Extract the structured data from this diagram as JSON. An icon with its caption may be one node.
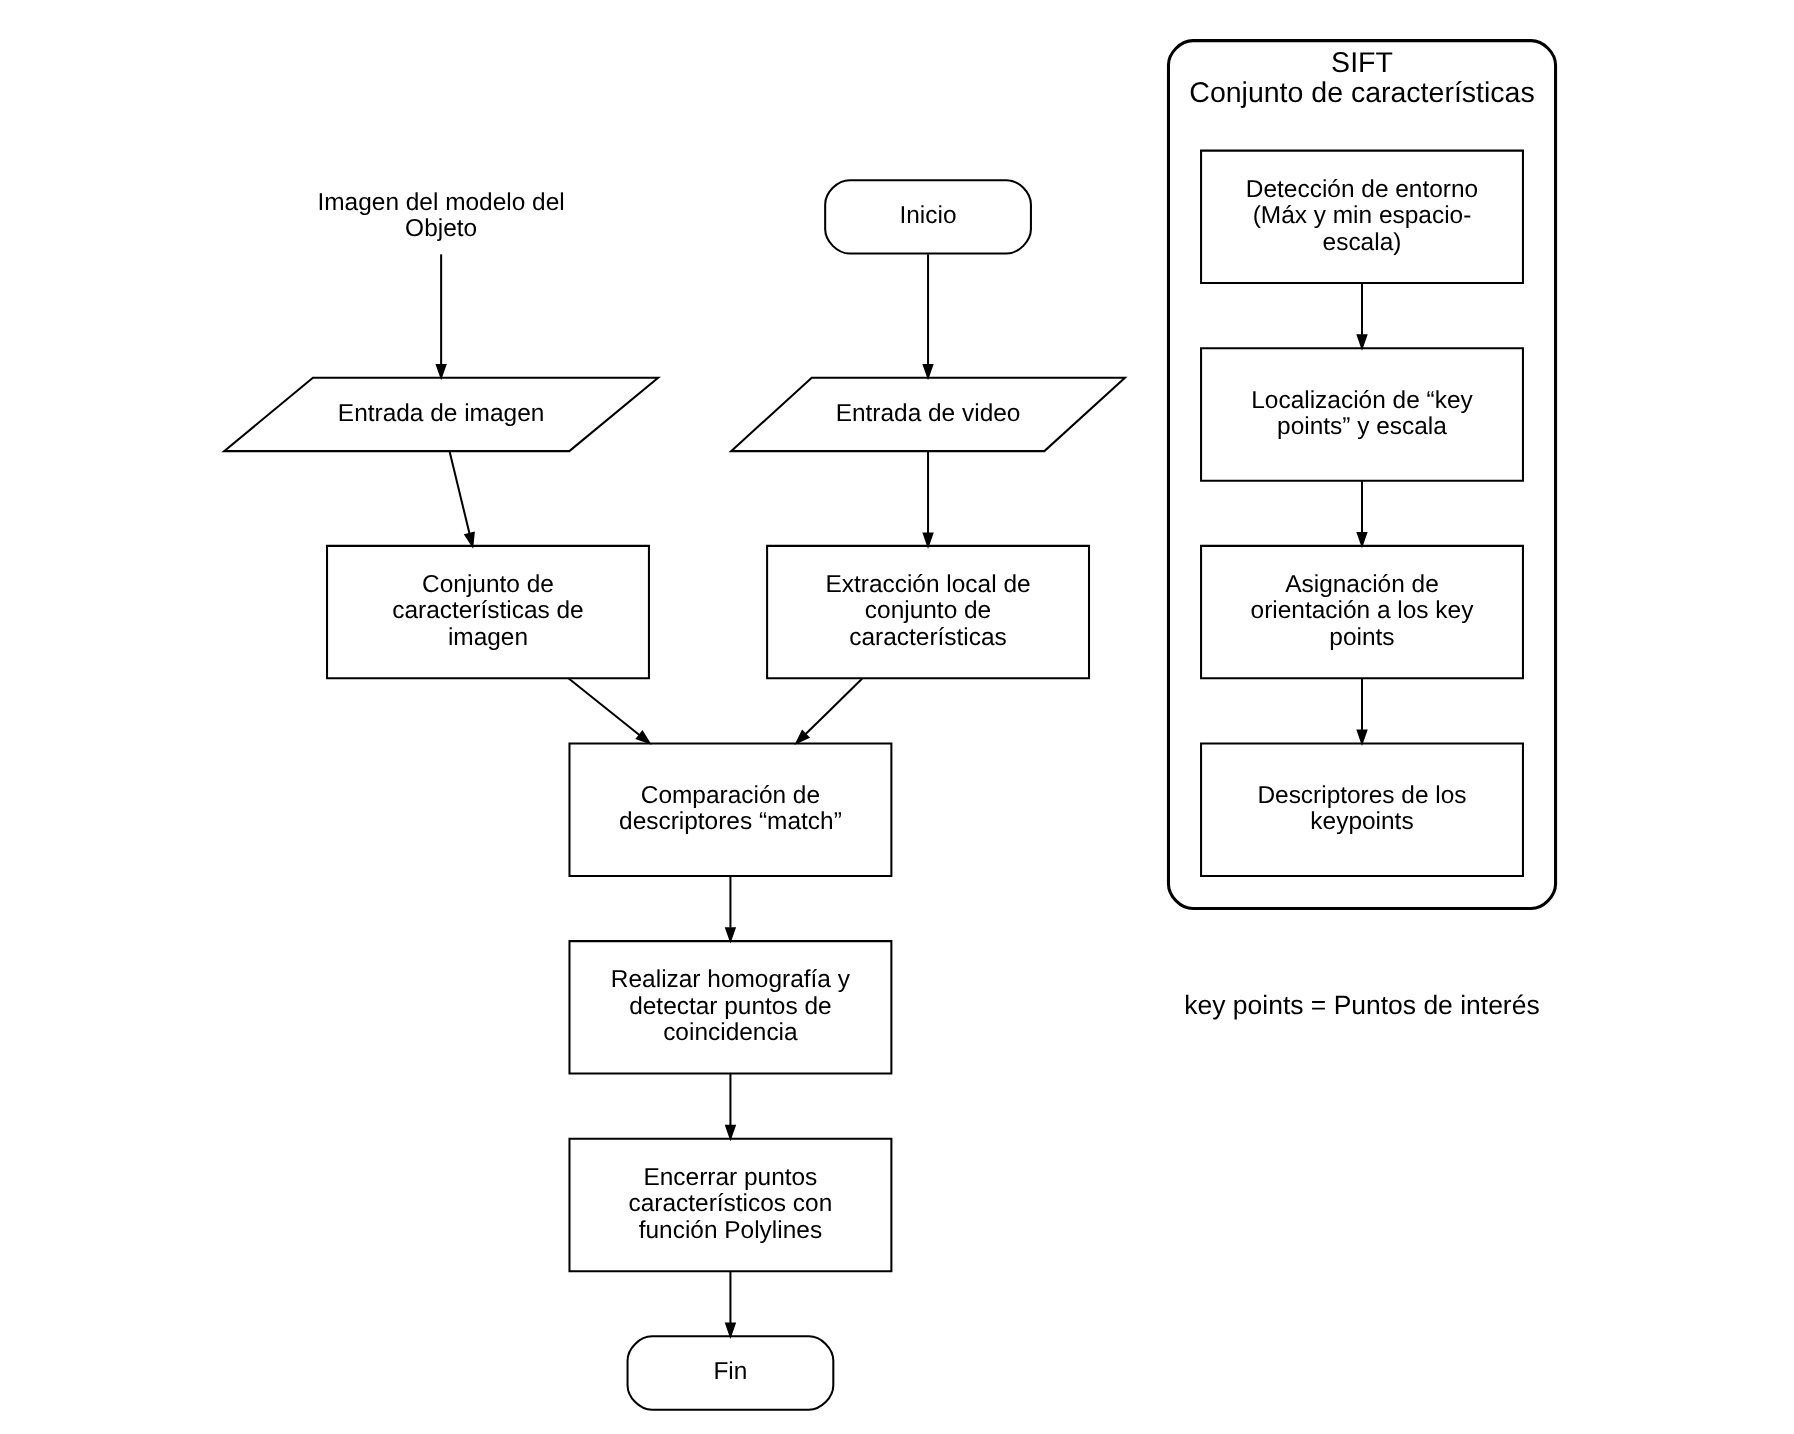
{
  "diagram": {
    "nodes": [
      {
        "text": [
          "Imagen del modelo del Objeto"
        ]
      },
      {
        "text": [
          "Inicio"
        ]
      },
      {
        "text": [
          "Entrada de imagen"
        ]
      },
      {
        "text": [
          "Entrada de video"
        ]
      },
      {
        "text": [
          "Conjunto de características de imagen"
        ]
      },
      {
        "text": [
          "Extracción local de conjunto de características"
        ]
      },
      {
        "text": [
          "Comparación de descriptores “match”"
        ]
      },
      {
        "text": [
          "Realizar homografía y detectar puntos de coincidencia"
        ]
      },
      {
        "text": [
          "Encerrar puntos característicos con función Polylines"
        ]
      },
      {
        "text": [
          "Fin"
        ]
      },
      {
        "text": [
          "SIFT",
          "Conjunto de características"
        ]
      },
      {
        "text": [
          "Detección de entorno (Máx y min espacio-escala)"
        ],
        "in": 10
      },
      {
        "text": [
          "Localización de “key points” y escala"
        ],
        "in": 10
      },
      {
        "text": [
          "Asignación de orientación a los key points"
        ],
        "in": 10
      },
      {
        "text": [
          "Descriptores de los keypoints"
        ],
        "in": 10
      }
    ],
    "edges": [
      {
        "from": 0,
        "to": 2,
        "arrow": "to"
      },
      {
        "from": 1,
        "to": 3,
        "arrow": "to"
      },
      {
        "from": 2,
        "to": 4,
        "arrow": "to"
      },
      {
        "from": 3,
        "to": 5,
        "arrow": "to"
      },
      {
        "from": 4,
        "to": 6,
        "arrow": "to"
      },
      {
        "from": 5,
        "to": 6,
        "arrow": "to"
      },
      {
        "from": 6,
        "to": 7,
        "arrow": "to"
      },
      {
        "from": 7,
        "to": 8,
        "arrow": "to"
      },
      {
        "from": 8,
        "to": 9,
        "arrow": "to"
      },
      {
        "from": 11,
        "to": 12,
        "arrow": "to"
      },
      {
        "from": 12,
        "to": 13,
        "arrow": "to"
      },
      {
        "from": 13,
        "to": 14,
        "arrow": "to"
      }
    ],
    "labels": [
      "key points = Puntos de interés"
    ]
  }
}
